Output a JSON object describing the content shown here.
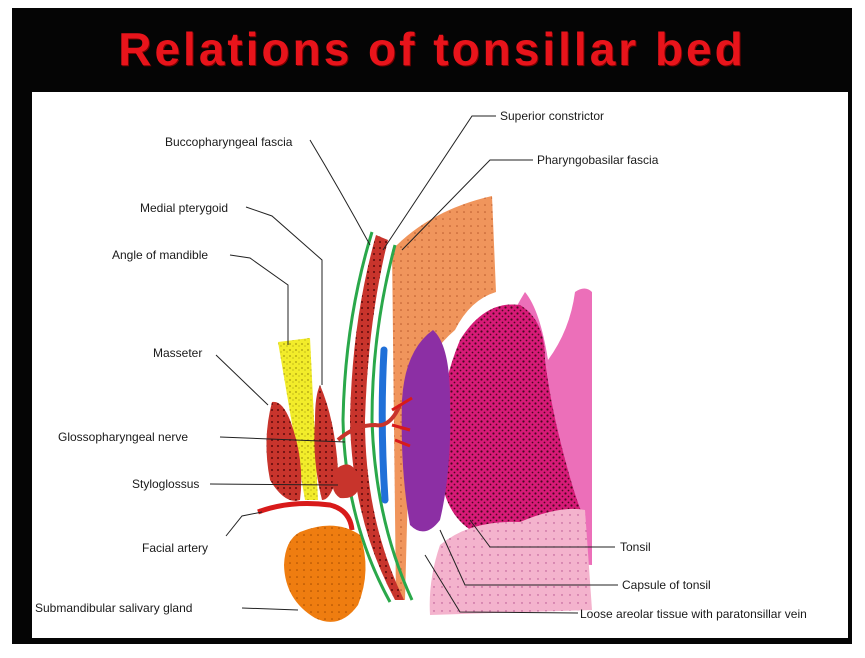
{
  "title": "Relations of tonsillar bed",
  "labels": {
    "superior_constrictor": "Superior constrictor",
    "buccopharyngeal_fascia": "Buccopharyngeal fascia",
    "pharyngobasilar_fascia": "Pharyngobasilar fascia",
    "medial_pterygoid": "Medial pterygoid",
    "angle_of_mandible": "Angle of mandible",
    "masseter": "Masseter",
    "glossopharyngeal_nerve": "Glossopharyngeal nerve",
    "styloglossus": "Styloglossus",
    "facial_artery": "Facial artery",
    "submandibular_gland": "Submandibular salivary gland",
    "tonsil": "Tonsil",
    "capsule_of_tonsil": "Capsule of tonsil",
    "loose_areolar_tissue": "Loose areolar tissue with paratonsillar vein"
  },
  "colors": {
    "title": "#e8141b",
    "frame": "#050505",
    "pharyngeal_wall": "#f0955c",
    "pink_tissue": "#ec6fb9",
    "tonsil": "#d81a78",
    "capsule": "#8c2fa4",
    "mandible": "#f2ec2a",
    "muscle": "#c8342c",
    "gland": "#ef7d10",
    "areolar": "#f4b3cd",
    "fascia_green": "#2aa84a",
    "vein_blue": "#2070d8"
  }
}
